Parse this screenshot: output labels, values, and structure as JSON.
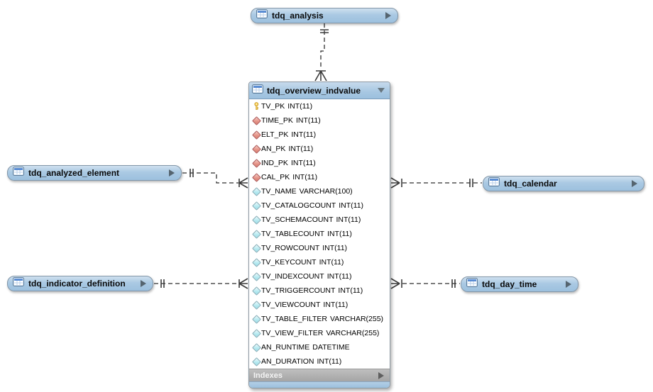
{
  "colors": {
    "table_header_blue": "#a7c7e2",
    "table_border": "#8296a8",
    "primary_key_icon_yellow": "#ffd75e",
    "foreign_key_icon_red": "#e59488",
    "attribute_icon_cyan": "#9fdde8",
    "indexes_bar_gray": "#ababab",
    "connector_line": "#2f2f2f",
    "canvas_background": "#ffffff"
  },
  "tables": {
    "analysis": {
      "label": "tdq_analysis",
      "collapsed": true
    },
    "analyzed_element": {
      "label": "tdq_analyzed_element",
      "collapsed": true
    },
    "indicator_definition": {
      "label": "tdq_indicator_definition",
      "collapsed": true
    },
    "calendar": {
      "label": "tdq_calendar",
      "collapsed": true
    },
    "day_time": {
      "label": "tdq_day_time",
      "collapsed": true
    },
    "overview_indvalue": {
      "label": "tdq_overview_indvalue",
      "collapsed": false,
      "indexes_label": "Indexes",
      "columns": [
        {
          "name": "TV_PK",
          "type": "INT(11)",
          "icon": "primary-key"
        },
        {
          "name": "TIME_PK",
          "type": "INT(11)",
          "icon": "foreign-key"
        },
        {
          "name": "ELT_PK",
          "type": "INT(11)",
          "icon": "foreign-key"
        },
        {
          "name": "AN_PK",
          "type": "INT(11)",
          "icon": "foreign-key"
        },
        {
          "name": "IND_PK",
          "type": "INT(11)",
          "icon": "foreign-key"
        },
        {
          "name": "CAL_PK",
          "type": "INT(11)",
          "icon": "foreign-key"
        },
        {
          "name": "TV_NAME",
          "type": "VARCHAR(100)",
          "icon": "attribute"
        },
        {
          "name": "TV_CATALOGCOUNT",
          "type": "INT(11)",
          "icon": "attribute"
        },
        {
          "name": "TV_SCHEMACOUNT",
          "type": "INT(11)",
          "icon": "attribute"
        },
        {
          "name": "TV_TABLECOUNT",
          "type": "INT(11)",
          "icon": "attribute"
        },
        {
          "name": "TV_ROWCOUNT",
          "type": "INT(11)",
          "icon": "attribute"
        },
        {
          "name": "TV_KEYCOUNT",
          "type": "INT(11)",
          "icon": "attribute"
        },
        {
          "name": "TV_INDEXCOUNT",
          "type": "INT(11)",
          "icon": "attribute"
        },
        {
          "name": "TV_TRIGGERCOUNT",
          "type": "INT(11)",
          "icon": "attribute"
        },
        {
          "name": "TV_VIEWCOUNT",
          "type": "INT(11)",
          "icon": "attribute"
        },
        {
          "name": "TV_TABLE_FILTER",
          "type": "VARCHAR(255)",
          "icon": "attribute"
        },
        {
          "name": "TV_VIEW_FILTER",
          "type": "VARCHAR(255)",
          "icon": "attribute"
        },
        {
          "name": "AN_RUNTIME",
          "type": "DATETIME",
          "icon": "attribute"
        },
        {
          "name": "AN_DURATION",
          "type": "INT(11)",
          "icon": "attribute"
        }
      ]
    }
  },
  "relationships": [
    {
      "from": "tdq_analysis",
      "to": "tdq_overview_indvalue",
      "from_cardinality": "one",
      "to_cardinality": "many",
      "line_style": "dashed"
    },
    {
      "from": "tdq_analyzed_element",
      "to": "tdq_overview_indvalue",
      "from_cardinality": "one",
      "to_cardinality": "many",
      "line_style": "dashed"
    },
    {
      "from": "tdq_indicator_definition",
      "to": "tdq_overview_indvalue",
      "from_cardinality": "one",
      "to_cardinality": "many",
      "line_style": "dashed"
    },
    {
      "from": "tdq_calendar",
      "to": "tdq_overview_indvalue",
      "from_cardinality": "one",
      "to_cardinality": "many",
      "line_style": "dashed"
    },
    {
      "from": "tdq_day_time",
      "to": "tdq_overview_indvalue",
      "from_cardinality": "one",
      "to_cardinality": "many",
      "line_style": "dashed"
    }
  ]
}
